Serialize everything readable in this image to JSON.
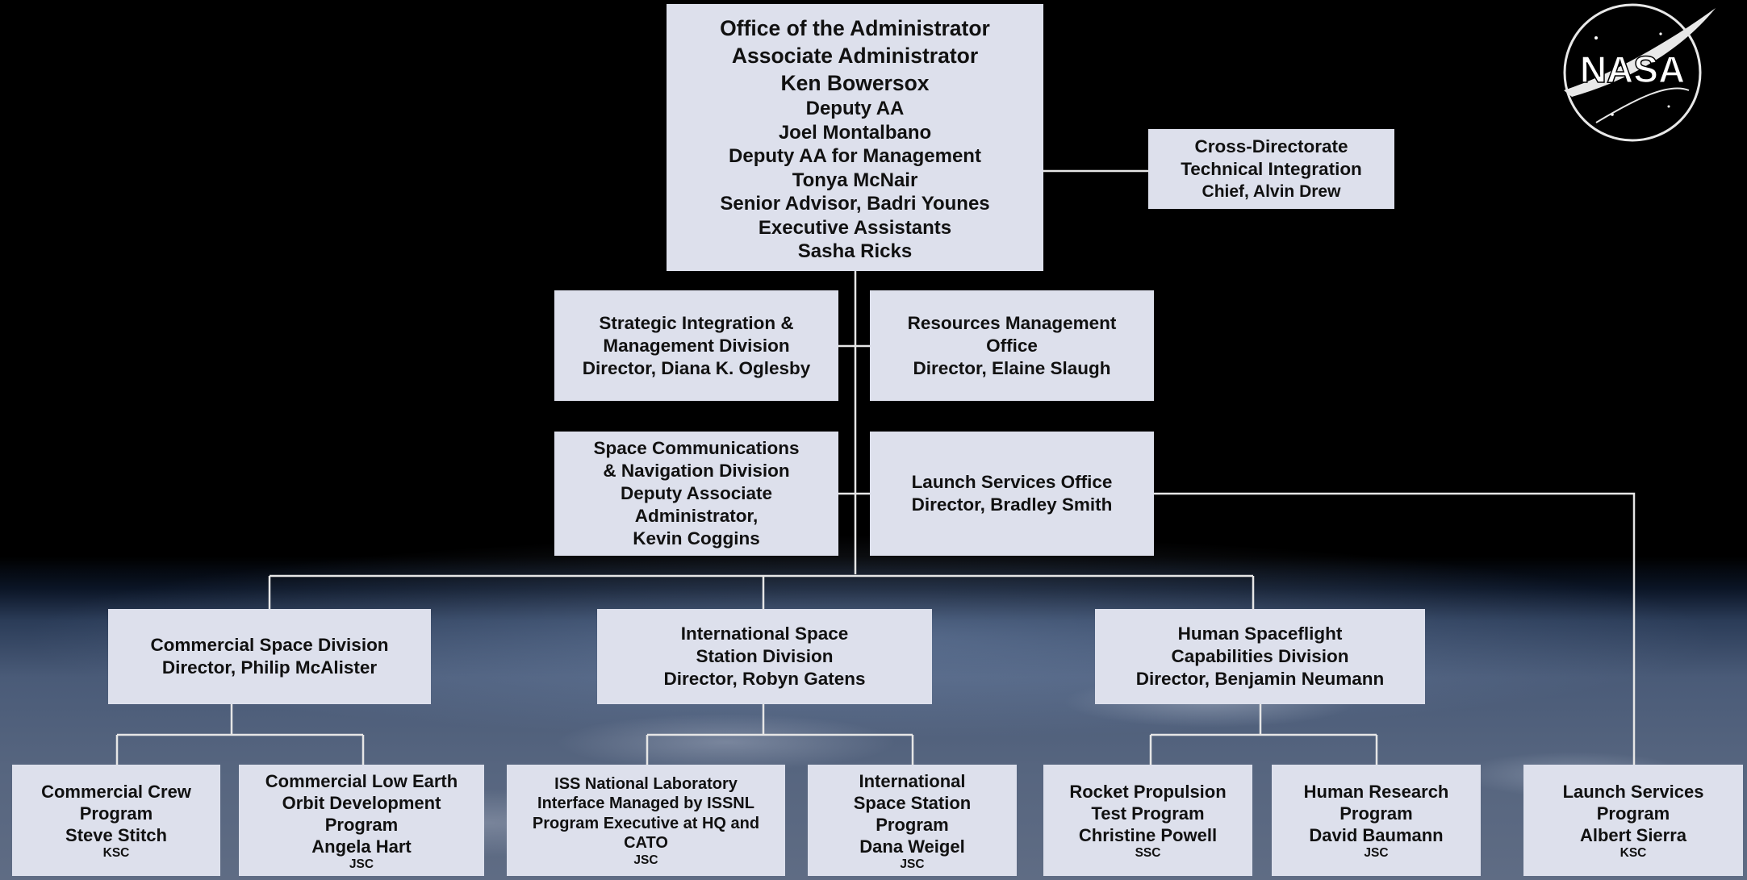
{
  "logo": {
    "label": "NASA",
    "icon": "nasa-meatball-icon"
  },
  "colors": {
    "box_fill": "#dde0ec",
    "line": "#e6e6e6",
    "text": "#111111",
    "background": "#000000"
  },
  "office": {
    "lines": [
      "Office of the Administrator",
      "Associate Administrator",
      "Ken Bowersox",
      "Deputy AA",
      "Joel Montalbano",
      "Deputy AA for Management",
      "Tonya McNair",
      "Senior Advisor, Badri Younes",
      "Executive Assistants",
      "Sasha Ricks"
    ]
  },
  "cross_directorate": {
    "lines": [
      "Cross-Directorate",
      "Technical Integration",
      "Chief, Alvin Drew"
    ]
  },
  "strategic": {
    "lines": [
      "Strategic Integration &",
      "Management Division",
      "Director, Diana K. Oglesby"
    ]
  },
  "resources": {
    "lines": [
      "Resources Management",
      "Office",
      "Director, Elaine Slaugh"
    ]
  },
  "scan": {
    "lines": [
      "Space Communications",
      "& Navigation Division",
      "Deputy Associate",
      "Administrator,",
      "Kevin Coggins"
    ]
  },
  "launch_office": {
    "lines": [
      "Launch Services Office",
      "Director, Bradley Smith"
    ]
  },
  "commercial_division": {
    "lines": [
      "Commercial Space Division",
      "Director, Philip McAlister"
    ]
  },
  "iss_division": {
    "lines": [
      "International Space",
      "Station Division",
      "Director, Robyn Gatens"
    ]
  },
  "hsc_division": {
    "lines": [
      "Human Spaceflight",
      "Capabilities Division",
      "Director, Benjamin Neumann"
    ]
  },
  "programs": {
    "commercial_crew": {
      "lines": [
        "Commercial Crew",
        "Program",
        "Steve Stitch"
      ],
      "center": "KSC"
    },
    "cleo": {
      "lines": [
        "Commercial Low Earth",
        "Orbit Development",
        "Program",
        "Angela Hart"
      ],
      "center": "JSC"
    },
    "issnl": {
      "lines": [
        "ISS National Laboratory",
        "Interface Managed by ISSNL",
        "Program Executive at HQ and",
        "CATO"
      ],
      "center": "JSC"
    },
    "iss_program": {
      "lines": [
        "International",
        "Space Station",
        "Program",
        "Dana Weigel"
      ],
      "center": "JSC"
    },
    "rocket_propulsion": {
      "lines": [
        "Rocket Propulsion",
        "Test Program",
        "Christine Powell"
      ],
      "center": "SSC"
    },
    "human_research": {
      "lines": [
        "Human Research",
        "Program",
        "David Baumann"
      ],
      "center": "JSC"
    },
    "launch_services_program": {
      "lines": [
        "Launch Services",
        "Program",
        "Albert Sierra"
      ],
      "center": "KSC"
    }
  }
}
